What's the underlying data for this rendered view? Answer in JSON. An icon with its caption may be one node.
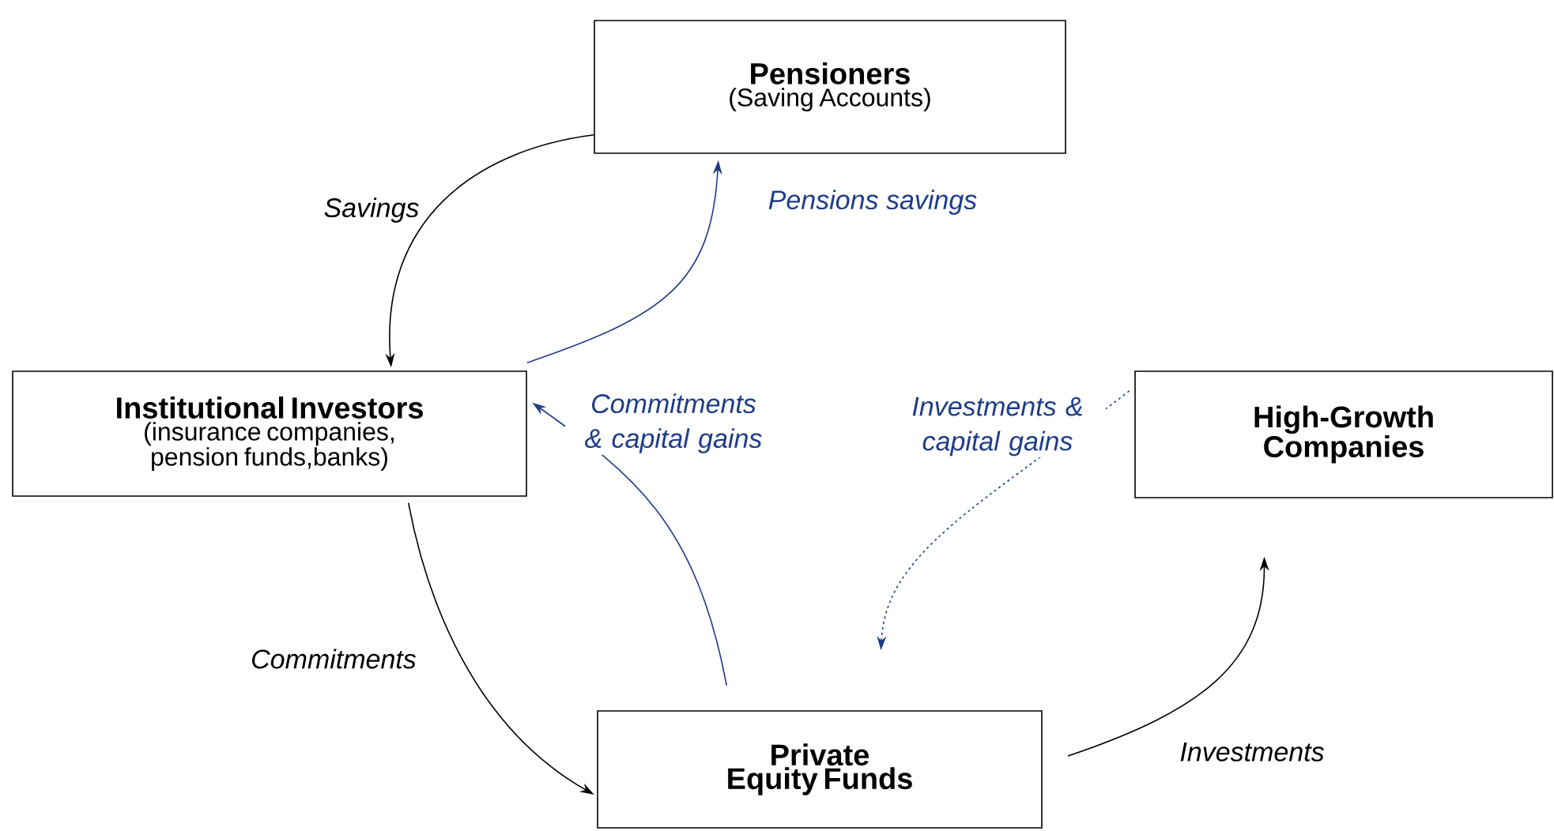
{
  "diagram": {
    "nodes": [
      {
        "text": [
          "Pensioners",
          "(Saving Accounts)"
        ]
      },
      {
        "text": [
          "Institutional Investors",
          "(insurance companies, pension funds,banks)"
        ]
      },
      {
        "text": [
          "High-Growth Companies"
        ]
      },
      {
        "text": [
          "Private Equity Funds"
        ]
      }
    ],
    "edges": [
      {
        "from": 0,
        "to": 1,
        "arrow": "to",
        "label": "Savings"
      },
      {
        "from": 1,
        "to": 0,
        "arrow": "to",
        "label": "Pensions savings",
        "color": "#1f3c88"
      },
      {
        "from": 1,
        "to": 3,
        "arrow": "to",
        "label": "Commitments"
      },
      {
        "from": 3,
        "to": 1,
        "arrow": "to",
        "label": "Commitments & capital gains",
        "color": "#1f3c88"
      },
      {
        "from": 2,
        "to": 3,
        "arrow": "to",
        "label": "Investments & capital gains",
        "color": "#1f3c88",
        "style": "dashed"
      },
      {
        "from": 3,
        "to": 2,
        "arrow": "to",
        "label": "Investments"
      }
    ]
  }
}
